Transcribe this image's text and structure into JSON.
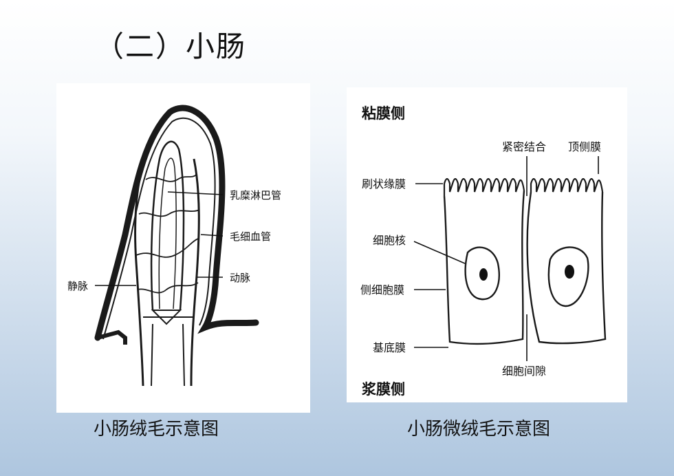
{
  "slide": {
    "title": "（二）小肠"
  },
  "villus_diagram": {
    "caption": "小肠绒毛示意图",
    "labels": {
      "lacteal": "乳糜淋巴管",
      "capillary": "毛细血管",
      "artery": "动脉",
      "vein": "静脉"
    }
  },
  "microvilli_diagram": {
    "caption": "小肠微绒毛示意图",
    "labels": {
      "mucosal_side": "粘膜侧",
      "tight_junction": "紧密结合",
      "apical_membrane": "顶侧膜",
      "brush_border": "刷状缘膜",
      "nucleus": "细胞核",
      "lateral_membrane": "侧细胞膜",
      "basement_membrane": "基底膜",
      "intercellular_space": "细胞间隙",
      "serosal_side": "浆膜侧"
    }
  }
}
